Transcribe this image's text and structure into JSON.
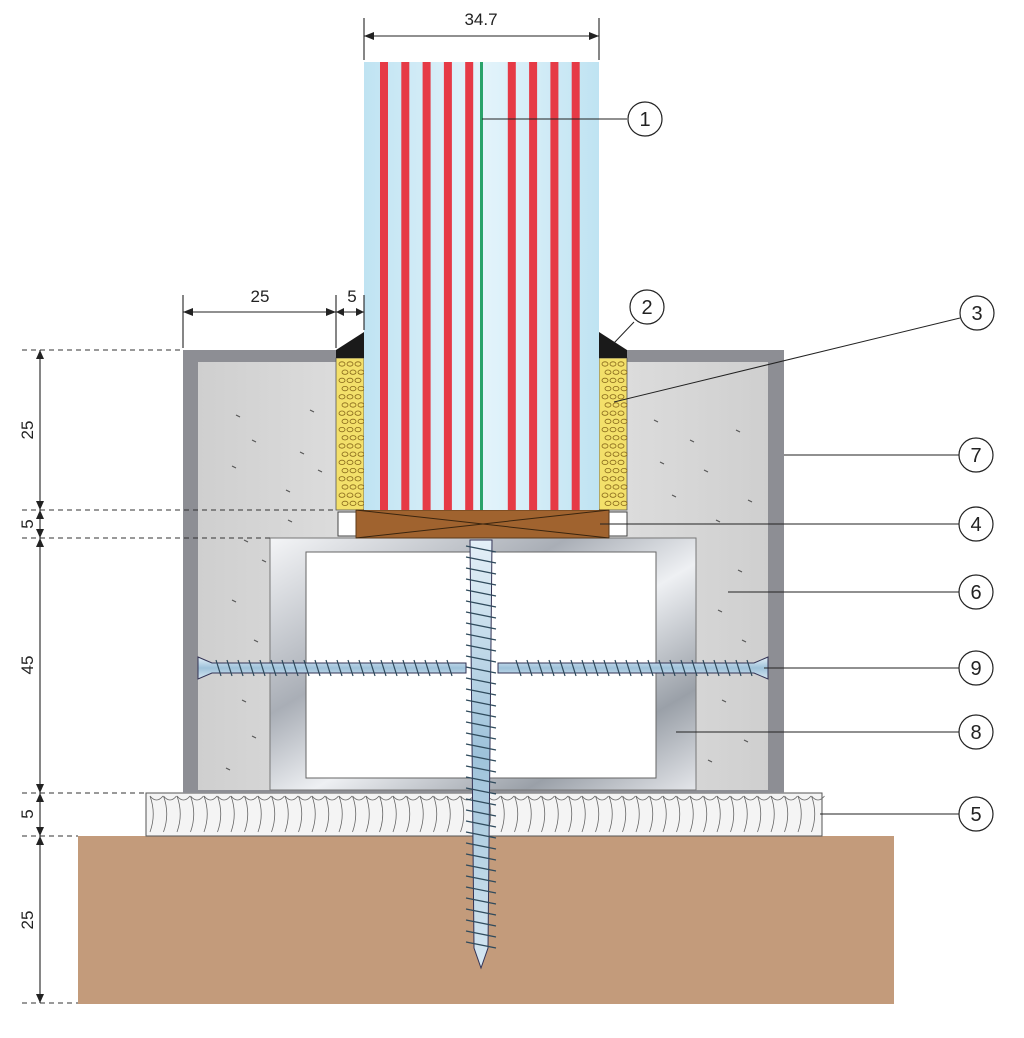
{
  "dimensions": {
    "top_width": "34.7",
    "side_width": "25",
    "gap_width": "5",
    "vertical": [
      "25",
      "5",
      "45",
      "5",
      "25"
    ]
  },
  "callouts": [
    "1",
    "2",
    "3",
    "4",
    "5",
    "6",
    "7",
    "8",
    "9"
  ],
  "colors": {
    "glass": "#cfe9f5",
    "stripe_red": "#e63a46",
    "stripe_green": "#2aa36a",
    "insulation": "#f3e06a",
    "sealant": "#1a1a1a",
    "block": "#a0632f",
    "concrete": "#d9d9d9",
    "frame": "#8a8a90",
    "steel": "#c8ccd2",
    "screw": "#b7d3e6",
    "foam": "#f2f2f2",
    "soil": "#c39b7b"
  }
}
